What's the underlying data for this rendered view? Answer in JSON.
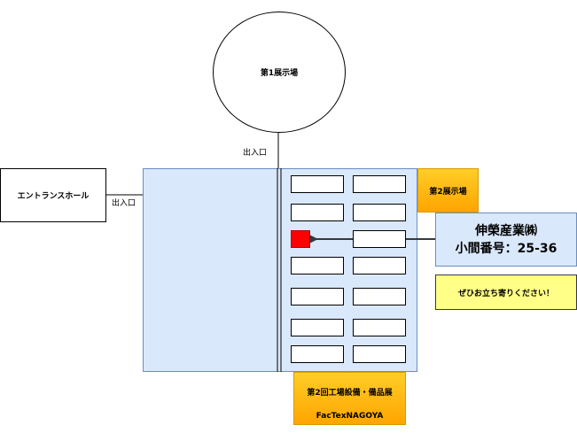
{
  "hall1": {
    "label": "第1展示場"
  },
  "entrance_top": {
    "label": "出入口"
  },
  "entrance_left": {
    "label": "出入口"
  },
  "entrance_hall": {
    "label": "エントランスホール"
  },
  "hall2": {
    "label": "第2展示場"
  },
  "exhibitor": {
    "name": "伸榮産業㈱",
    "booth": "小間番号：25-36"
  },
  "message": {
    "text": "ぜひお立ち寄りください！"
  },
  "event": {
    "title": "第2回工場設備・備品展",
    "subtitle": "FacTexNAGOYA"
  },
  "colors": {
    "hall_fill": "#dae8fc",
    "hall_stroke": "#6c8ebf",
    "orange_top": "#ffcd28",
    "orange_bottom": "#ffa500",
    "orange_stroke": "#d79b00",
    "note_fill": "#ffff88",
    "note_stroke": "#36393d",
    "highlight_booth": "#ff0000"
  }
}
